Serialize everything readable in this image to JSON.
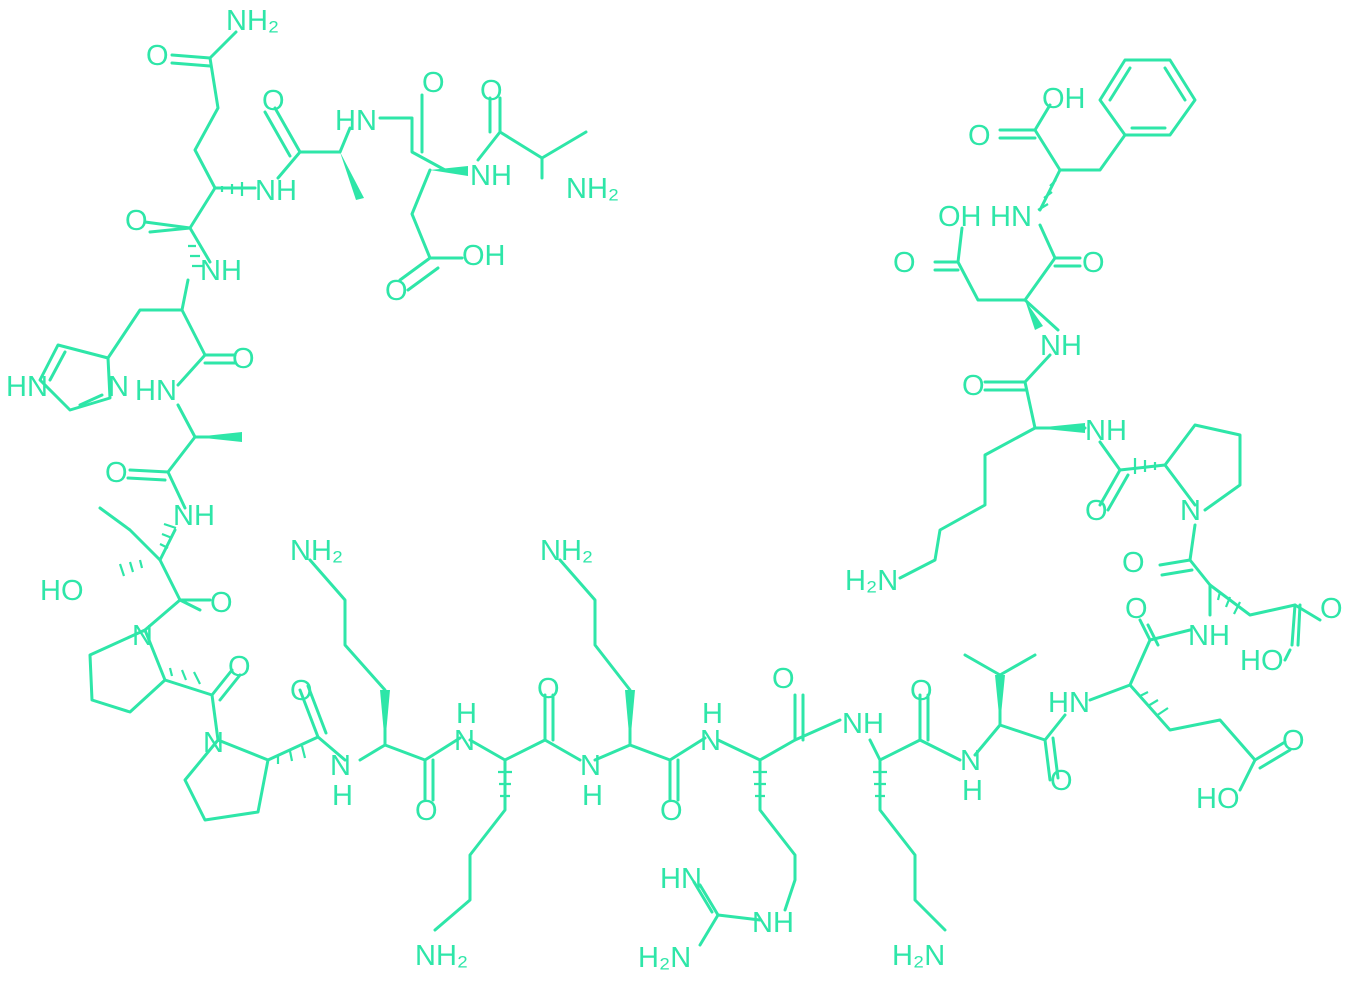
{
  "colors": {
    "structure": "#2ee6a8",
    "background": "#ffffff"
  },
  "labels": {
    "nh2": "NH₂",
    "h2n": "H₂N",
    "nh": "NH",
    "hn": "HN",
    "n": "N",
    "h": "H",
    "o": "O",
    "oh": "OH",
    "ho": "HO"
  }
}
